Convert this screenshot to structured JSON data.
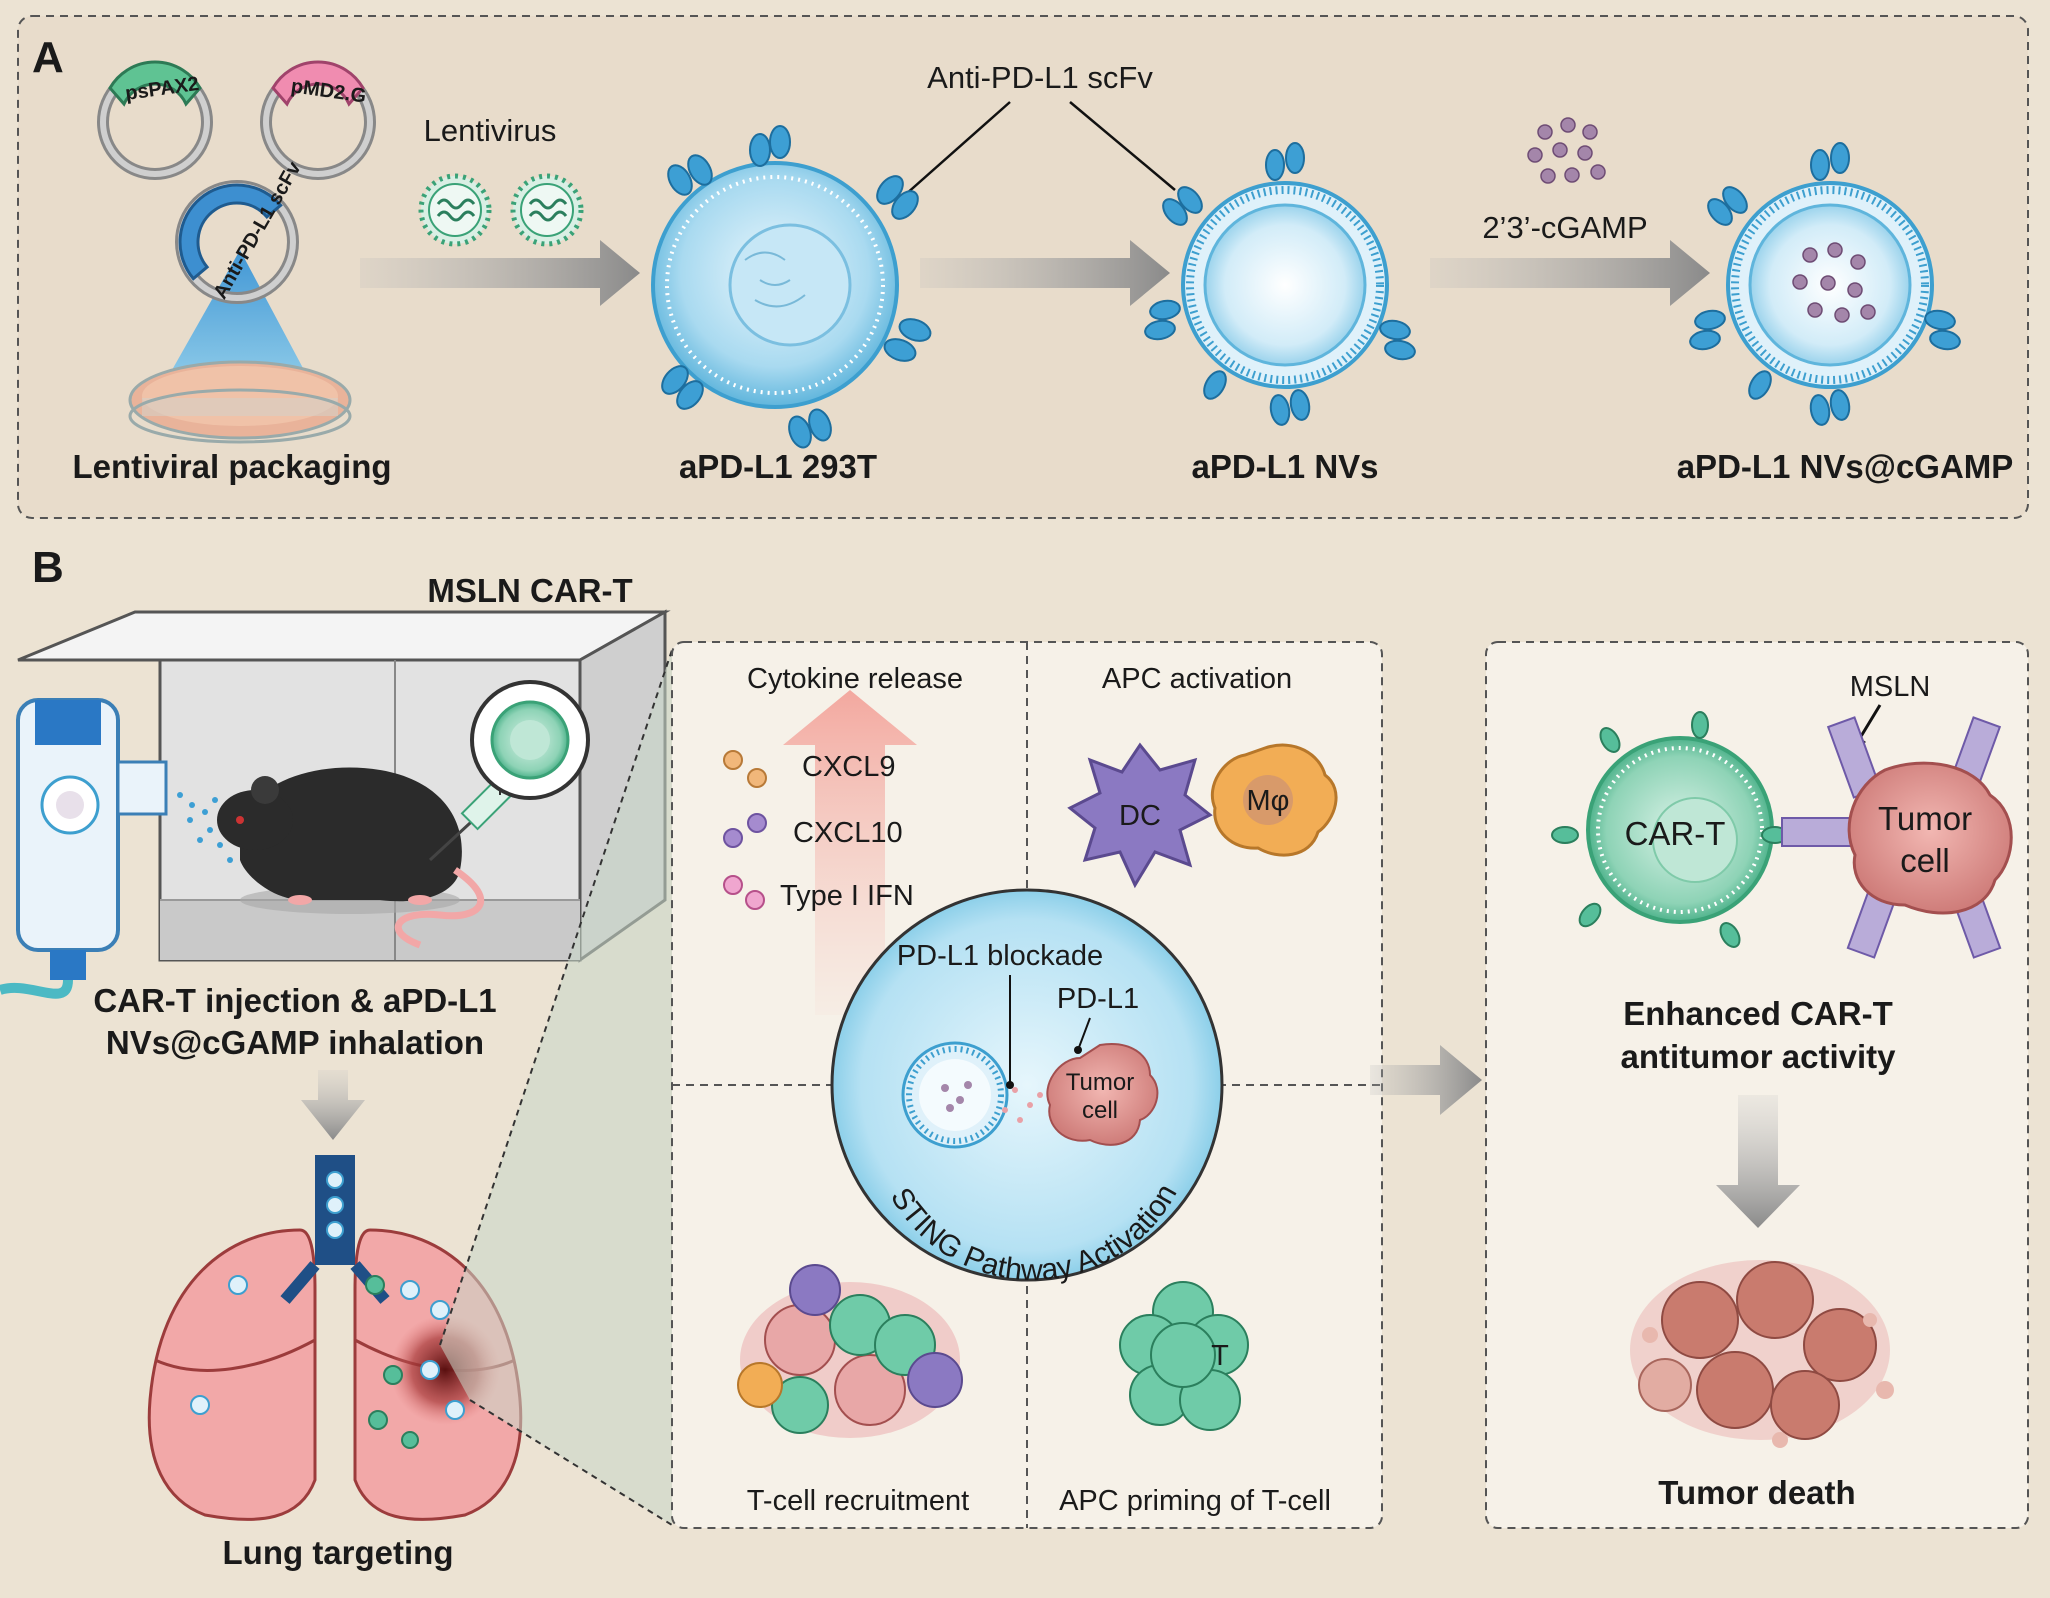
{
  "panelA": {
    "letter": "A",
    "plasmids": {
      "p1": "psPAX2",
      "p2": "pMD2.G",
      "p3": "Anti-PD-L1 scFv"
    },
    "lentivirus": "Lentivirus",
    "scfv": "Anti-PD-L1 scFv",
    "cgamp": "2’3’-cGAMP",
    "captions": {
      "packaging": "Lentiviral packaging",
      "cell": "aPD-L1 293T",
      "nvs": "aPD-L1 NVs",
      "nvs_cgamp": "aPD-L1 NVs@cGAMP"
    }
  },
  "panelB": {
    "letter": "B",
    "msln_cart": "MSLN CAR-T",
    "injection_line1": "CAR-T injection & aPD-L1",
    "injection_line2": "NVs@cGAMP inhalation",
    "lung_targeting": "Lung targeting",
    "middle": {
      "cytokine_release": "Cytokine release",
      "cxcl9": "CXCL9",
      "cxcl10": "CXCL10",
      "ifn": "Type I IFN",
      "apc_activation": "APC activation",
      "dc": "DC",
      "mphi": "Mφ",
      "pdl1_blockade": "PD-L1 blockade",
      "pdl1": "PD-L1",
      "tumor_cell_l1": "Tumor",
      "tumor_cell_l2": "cell",
      "sting": "STING Pathway Activation",
      "tcell_recruitment": "T-cell recruitment",
      "apc_priming": "APC priming of T-cell",
      "t": "T"
    },
    "right": {
      "msln": "MSLN",
      "cart": "CAR-T",
      "tumor_l1": "Tumor",
      "tumor_l2": "cell",
      "enhanced_l1": "Enhanced CAR-T",
      "enhanced_l2": "antitumor activity",
      "tumor_death": "Tumor death"
    }
  },
  "colors": {
    "background": "#ece3d3",
    "vesicle": "#6cc0e4",
    "cart": "#56be9a",
    "tumor": "#d98a8a",
    "dc": "#8b79c2",
    "macrophage": "#f0a94e",
    "lung": "#f2a8a8"
  }
}
